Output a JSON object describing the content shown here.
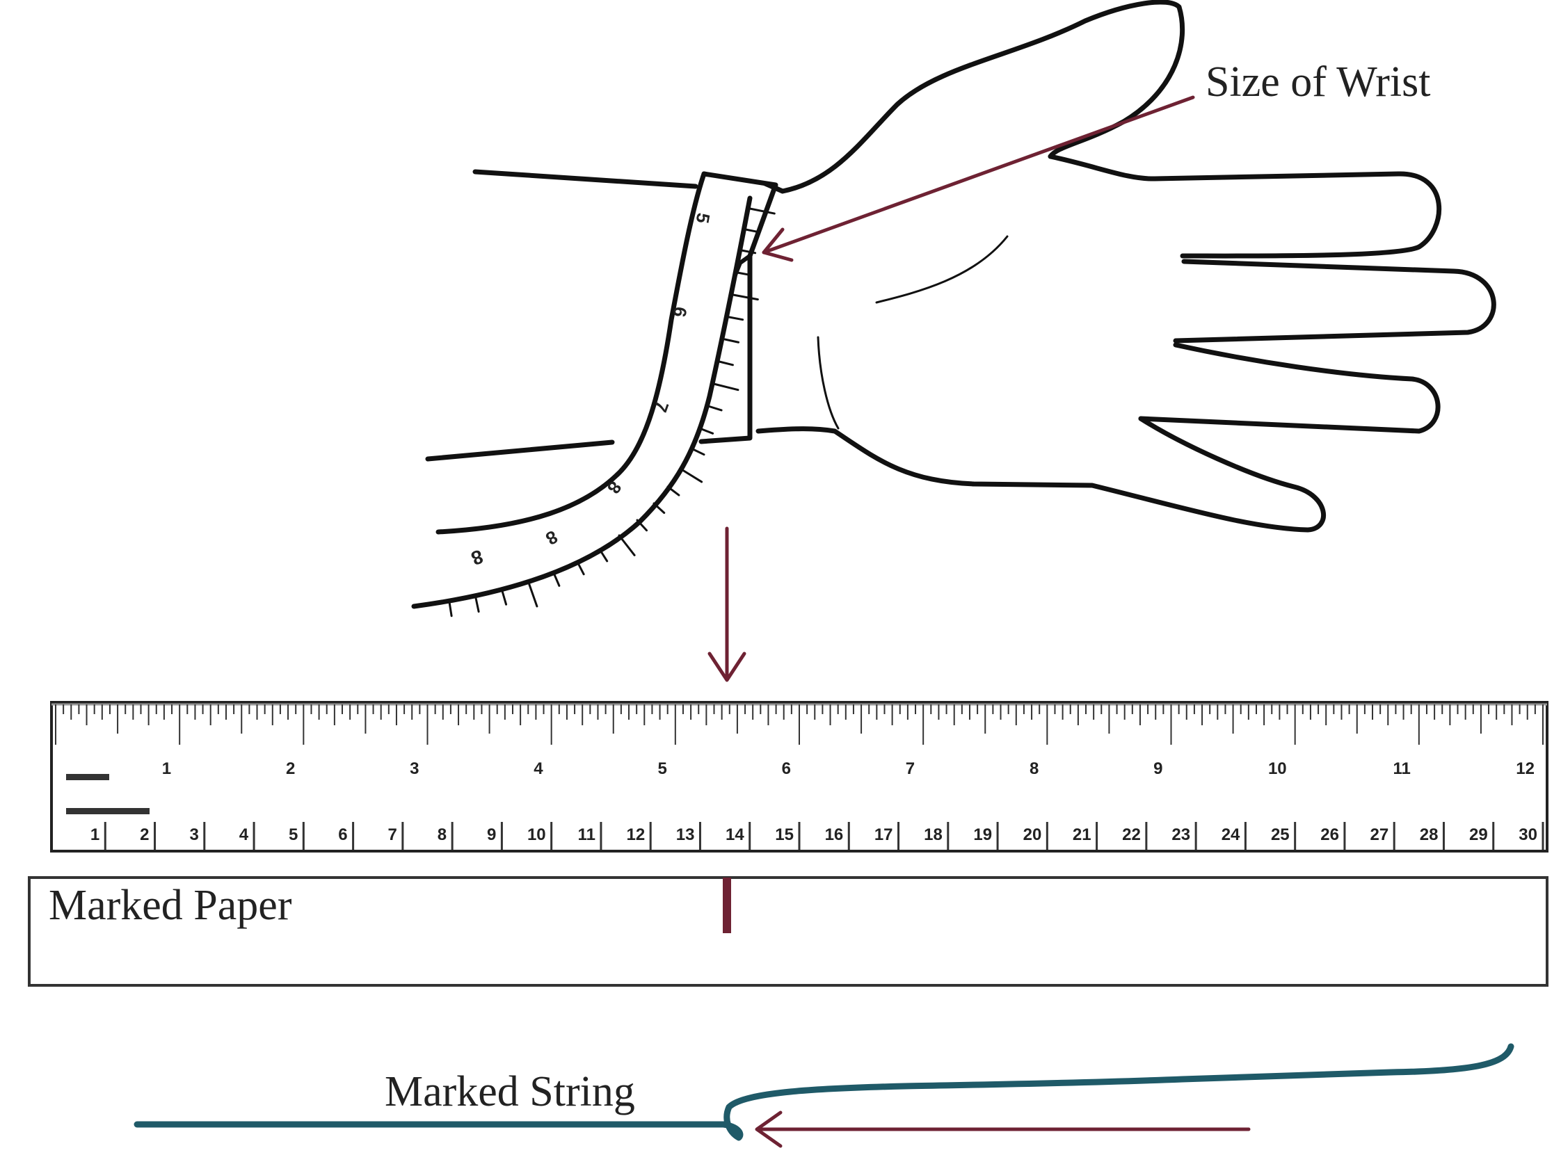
{
  "labels": {
    "wrist": "Size of Wrist",
    "paper": "Marked Paper",
    "string": "Marked String"
  },
  "tape": {
    "numbers": [
      "5",
      "6",
      "7",
      "8",
      "8",
      "8"
    ]
  },
  "ruler": {
    "inch_labels": [
      "1",
      "2",
      "3",
      "4",
      "5",
      "6",
      "7",
      "8",
      "9",
      "10",
      "11",
      "12"
    ],
    "cm_labels": [
      "1",
      "2",
      "3",
      "4",
      "5",
      "6",
      "7",
      "8",
      "9",
      "10",
      "11",
      "12",
      "13",
      "14",
      "15",
      "16",
      "17",
      "18",
      "19",
      "20",
      "21",
      "22",
      "23",
      "24",
      "25",
      "26",
      "27",
      "28",
      "29",
      "30"
    ],
    "inch_units": 12,
    "cm_units": 30
  },
  "colors": {
    "outline": "#111111",
    "arrow": "#6e2233",
    "string": "#1f5a68",
    "mark": "#6e2233"
  }
}
